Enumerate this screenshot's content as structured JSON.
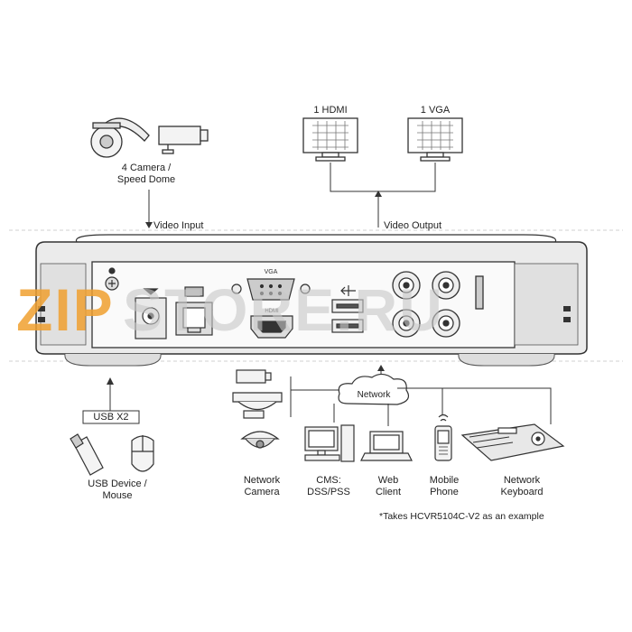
{
  "inputs": {
    "camera_label_line1": "4 Camera /",
    "camera_label_line2": "Speed Dome",
    "video_input": "Video Input"
  },
  "outputs": {
    "hdmi": "1 HDMI",
    "vga": "1 VGA",
    "video_output": "Video Output"
  },
  "usb": {
    "box_label": "USB X2",
    "device_line1": "USB Device /",
    "device_line2": "Mouse"
  },
  "network": {
    "cloud": "Network",
    "devices": [
      {
        "line1": "Network",
        "line2": "Camera"
      },
      {
        "line1": "CMS:",
        "line2": "DSS/PSS"
      },
      {
        "line1": "Web",
        "line2": "Client"
      },
      {
        "line1": "Mobile",
        "line2": "Phone"
      },
      {
        "line1": "Network",
        "line2": "Keyboard"
      }
    ]
  },
  "panel": {
    "vga_port": "VGA",
    "hdmi_port": "HDMI"
  },
  "footnote": "*Takes HCVR5104C-V2 as an example",
  "watermark": {
    "left": "ZIP",
    "right": "STORE.RU",
    "left_color": "#f0a030",
    "right_color": "#c8c8c8"
  }
}
